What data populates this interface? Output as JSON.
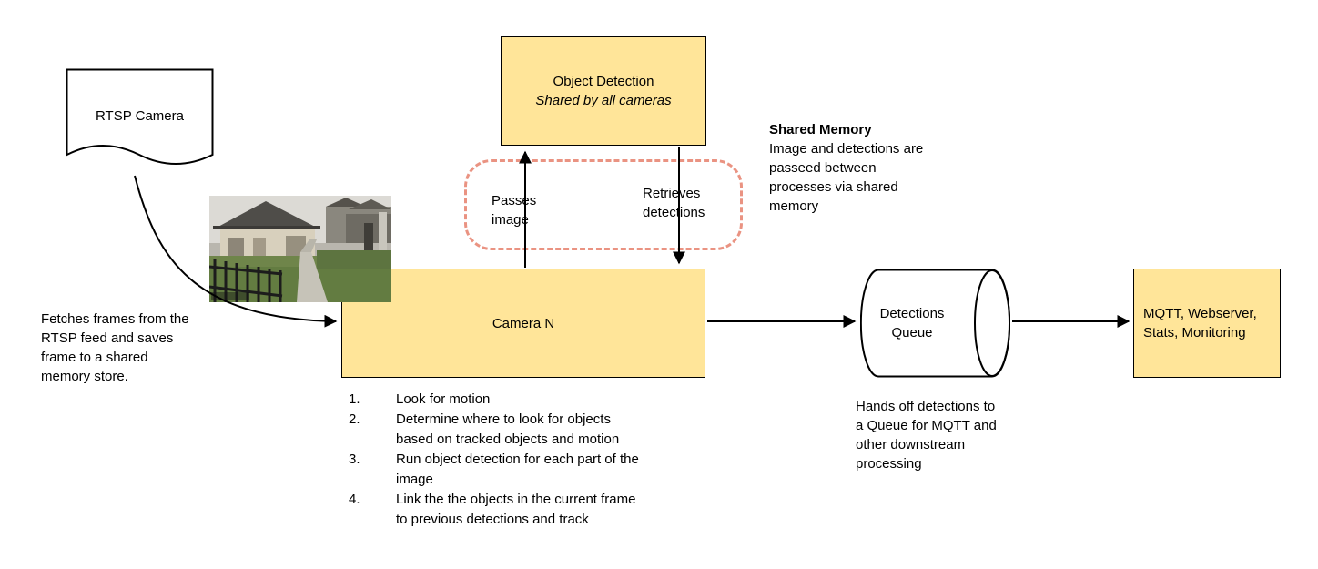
{
  "nodes": {
    "rtsp_camera": {
      "label": "RTSP Camera"
    },
    "object_detection": {
      "title": "Object Detection",
      "subtitle": "Shared by all cameras"
    },
    "camera_n": {
      "label": "Camera N"
    },
    "detections_queue": {
      "label": "Detections Queue"
    },
    "mqtt": {
      "label": "MQTT, Webserver, Stats, Monitoring"
    }
  },
  "labels": {
    "passes_image": "Passes image",
    "retrieves_detections": "Retrieves detections",
    "shared_memory_title": "Shared Memory",
    "shared_memory_body": "Image and detections are passeed between processes via shared memory",
    "fetches_note": "Fetches frames from the RTSP feed and saves frame to a shared memory store.",
    "hands_off_note": "Hands off detections to a Queue for MQTT and other downstream processing"
  },
  "camera_steps": [
    {
      "num": "1.",
      "text": "Look for motion"
    },
    {
      "num": "2.",
      "text": "Determine where to look for objects based on tracked objects and motion"
    },
    {
      "num": "3.",
      "text": "Run object detection for each part of the image"
    },
    {
      "num": "4.",
      "text": "Link the the objects in the current frame to previous detections and track"
    }
  ],
  "icons": {
    "camera_snapshot": "backyard-camera-frame-image"
  },
  "colors": {
    "node_fill": "#ffe599",
    "node_border": "#000000",
    "shared_memory_dash": "#ea9382",
    "arrow": "#000000",
    "background": "#ffffff"
  }
}
